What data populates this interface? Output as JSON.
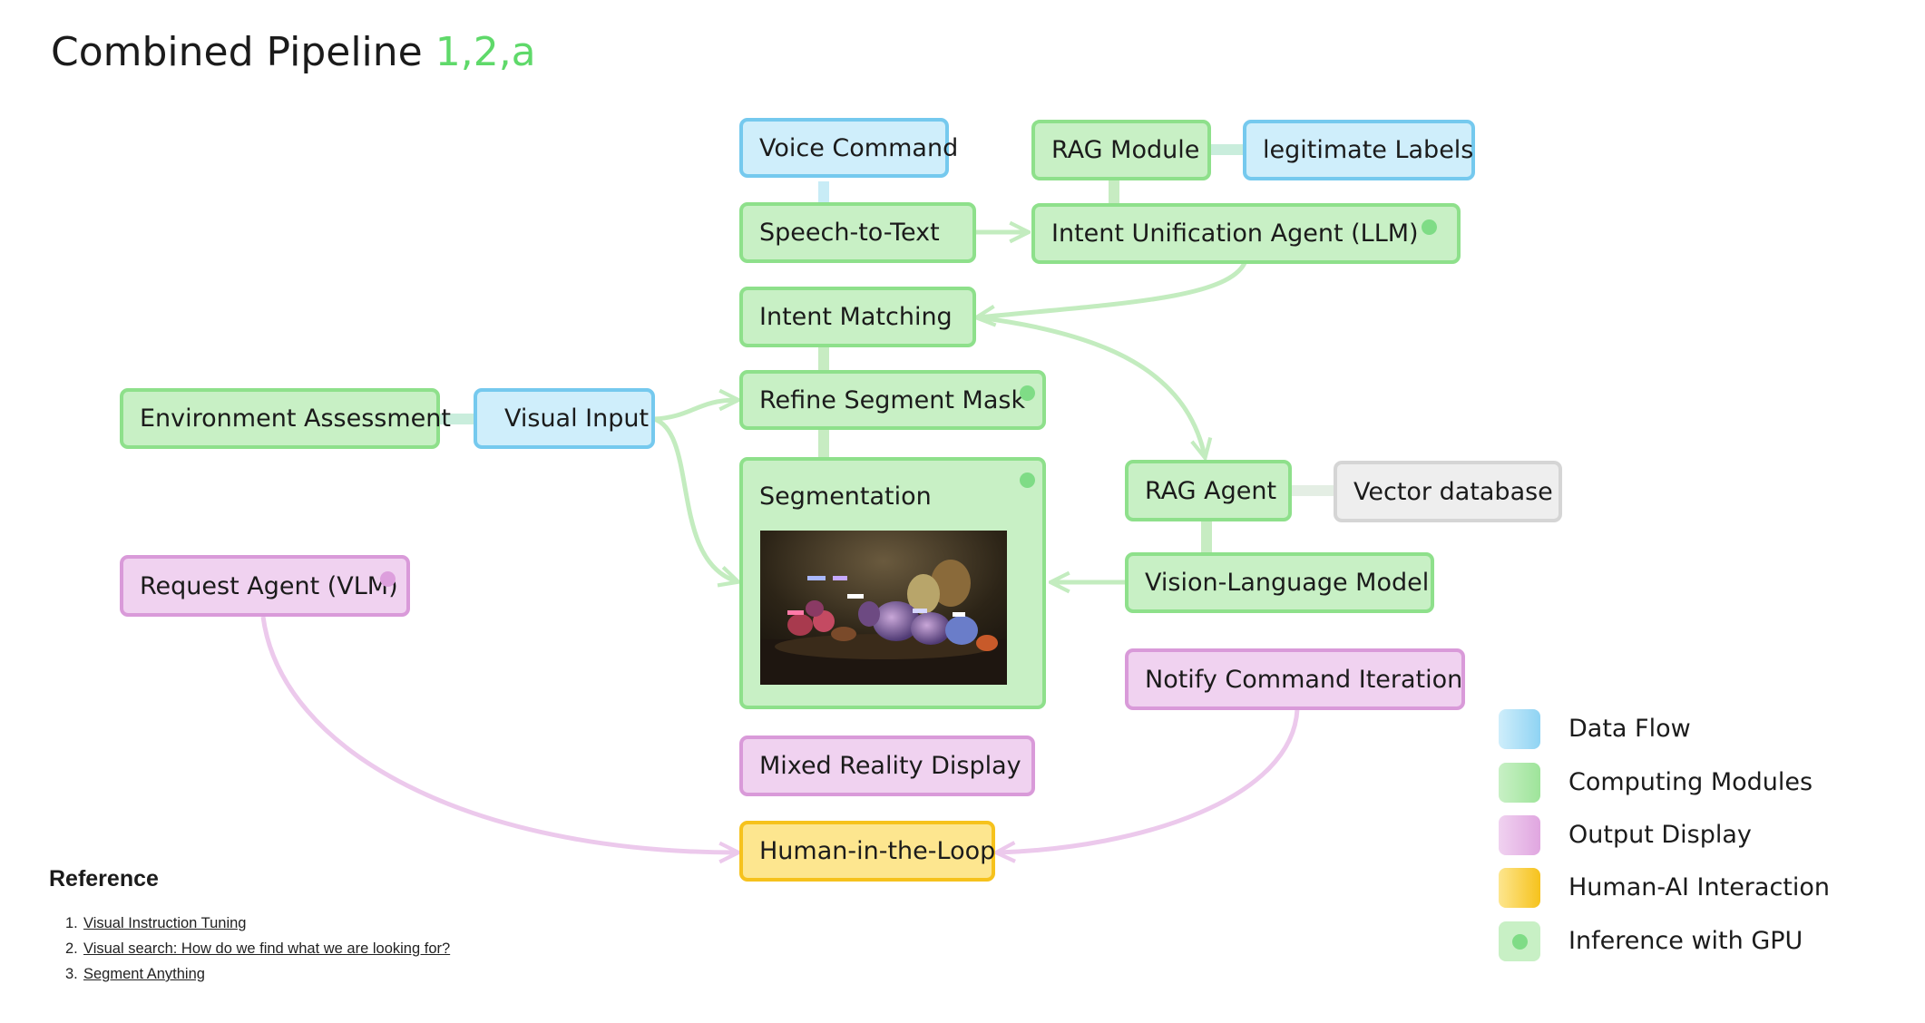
{
  "title": {
    "main": "Combined Pipeline ",
    "superscript": "1,2,a"
  },
  "nodes": {
    "voice_command": "Voice Command",
    "rag_module": "RAG Module",
    "legitimate_labels": "legitimate Labels",
    "speech_to_text": "Speech-to-Text",
    "intent_unification": "Intent Unification Agent (LLM)",
    "intent_matching": "Intent Matching",
    "refine_segment_mask": "Refine Segment Mask",
    "environment_assessment": "Environment Assessment",
    "visual_input": "Visual Input",
    "segmentation": "Segmentation",
    "rag_agent": "RAG Agent",
    "vector_database": "Vector database",
    "vision_language_model": "Vision-Language Model",
    "request_agent": "Request Agent (VLM)",
    "notify_command_iteration": "Notify Command Iteration",
    "mixed_reality_display": "Mixed Reality Display",
    "human_in_the_loop": "Human-in-the-Loop"
  },
  "colors": {
    "data_flow": "#75c9ee",
    "computing_modules": "#8ee08b",
    "output_display": "#d99ad9",
    "human_ai_interaction": "#f6c21c",
    "gpu_dot": "#7fdc86"
  },
  "legend": [
    {
      "label": "Data Flow",
      "swatch": "blue"
    },
    {
      "label": "Computing Modules",
      "swatch": "green"
    },
    {
      "label": "Output Display",
      "swatch": "purple"
    },
    {
      "label": "Human-AI Interaction",
      "swatch": "yellow"
    },
    {
      "label": "Inference with GPU",
      "swatch": "gpu-dot"
    }
  ],
  "references": {
    "title": "Reference",
    "items": [
      {
        "num": "1.",
        "text": "Visual Instruction Tuning"
      },
      {
        "num": "2.",
        "text": "Visual search: How do we find what we are looking for?"
      },
      {
        "num": "3.",
        "text": "Segment Anything"
      }
    ]
  }
}
